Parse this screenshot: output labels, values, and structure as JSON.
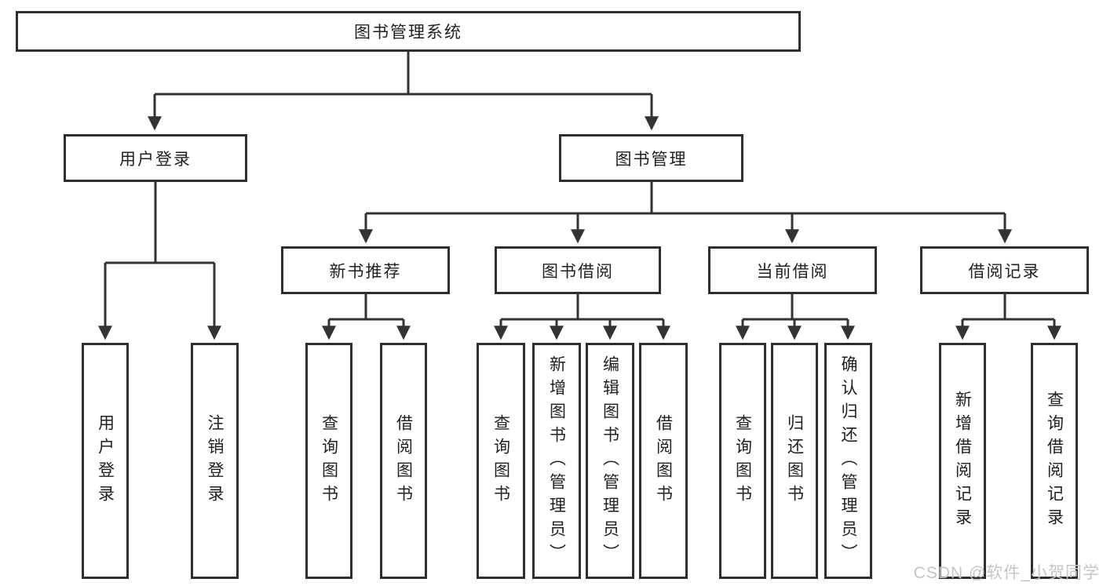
{
  "diagram": {
    "title": "图书管理系统",
    "branches": [
      {
        "label": "用户登录",
        "leaves": [
          {
            "label": "用户登录"
          },
          {
            "label": "注销登录"
          }
        ]
      },
      {
        "label": "图书管理",
        "groups": [
          {
            "label": "新书推荐",
            "leaves": [
              {
                "label": "查询图书"
              },
              {
                "label": "借阅图书"
              }
            ]
          },
          {
            "label": "图书借阅",
            "leaves": [
              {
                "label": "查询图书"
              },
              {
                "label": "新增图书（管理员）"
              },
              {
                "label": "编辑图书（管理员）"
              },
              {
                "label": "借阅图书"
              }
            ]
          },
          {
            "label": "当前借阅",
            "leaves": [
              {
                "label": "查询图书"
              },
              {
                "label": "归还图书"
              },
              {
                "label": "确认归还（管理员）"
              }
            ]
          },
          {
            "label": "借阅记录",
            "leaves": [
              {
                "label": "新增借阅记录"
              },
              {
                "label": "查询借阅记录"
              }
            ]
          }
        ]
      }
    ]
  },
  "watermark": {
    "text": "CSDN @软件_小贺同学"
  },
  "colors": {
    "line": "#333333",
    "border": "#2e2e2e",
    "text": "#1f1f1f",
    "watermark": "#c5c5c5",
    "background": "#ffffff"
  }
}
